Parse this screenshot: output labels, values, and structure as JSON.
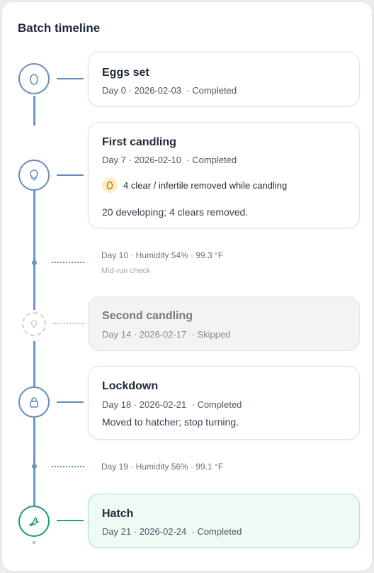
{
  "header": {
    "title": "Batch timeline"
  },
  "events": [
    {
      "title": "Eggs set",
      "day": "Day 0",
      "date": "2026-02-03",
      "status": "Completed",
      "icon": "egg-icon"
    },
    {
      "title": "First candling",
      "day": "Day 7",
      "date": "2026-02-10",
      "status": "Completed",
      "icon": "lightbulb-icon",
      "alert": "4 clear / infertile removed while candling",
      "note": "20 developing; 4 clears removed."
    },
    {
      "title": "Second candling",
      "day": "Day 14",
      "date": "2026-02-17",
      "status": "Skipped",
      "icon": "lightbulb-icon"
    },
    {
      "title": "Lockdown",
      "day": "Day 18",
      "date": "2026-02-21",
      "status": "Completed",
      "icon": "lock-icon",
      "note": "Moved to hatcher; stop turning."
    },
    {
      "title": "Hatch",
      "day": "Day 21",
      "date": "2026-02-24",
      "status": "Completed",
      "icon": "bird-icon"
    }
  ],
  "readings": [
    {
      "text": "Day 10 · Humidity 54% · 99.3 °F",
      "sub": "Mid-run check"
    },
    {
      "text": "Day 19 · Humidity 56% · 99.1 °F"
    }
  ],
  "colors": {
    "accent": "#5f8cc0",
    "hatch": "#1f9a6b",
    "skipped": "#cfcfcf",
    "alert": "#fdecc4"
  }
}
